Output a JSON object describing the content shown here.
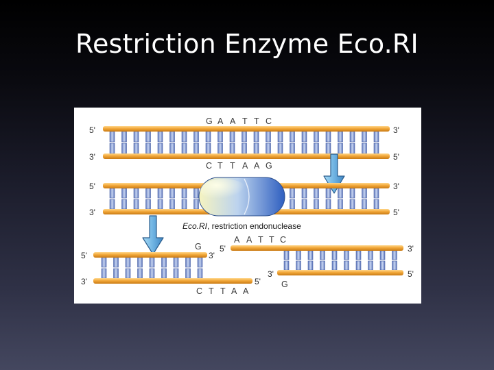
{
  "slide": {
    "title": "Restriction Enzyme Eco.RI"
  },
  "colors": {
    "strand": "#f2a83a",
    "base_pair": "#8ea6d6",
    "enzyme": "#4a7fd4",
    "arrow": "#7fbde6"
  },
  "diagram": {
    "top_dna": {
      "strand1": {
        "left": "5'",
        "right": "3'",
        "seq": [
          "G",
          "A",
          "A",
          "T",
          "T",
          "C"
        ]
      },
      "strand2": {
        "left": "3'",
        "right": "5'",
        "seq": [
          "C",
          "T",
          "T",
          "A",
          "A",
          "G"
        ]
      }
    },
    "middle_dna": {
      "strand1": {
        "left": "5'",
        "right": "3'"
      },
      "strand2": {
        "left": "3'",
        "right": "5'"
      }
    },
    "enzyme_caption": {
      "name": "Eco.RI",
      "rest": ", restriction endonuclease"
    },
    "fragment_left": {
      "top": {
        "left": "5'",
        "end_base": "G",
        "right": "3'"
      },
      "bottom": {
        "left": "3'",
        "right": "5'",
        "seq": [
          "C",
          "T",
          "T",
          "A",
          "A"
        ]
      }
    },
    "fragment_right": {
      "top": {
        "left": "5'",
        "right": "3'",
        "seq": [
          "A",
          "A",
          "T",
          "T",
          "C"
        ]
      },
      "bottom": {
        "left": "3'",
        "end_base": "G",
        "right": "5'"
      }
    },
    "icons": [
      "arrow-down-icon",
      "enzyme-icon"
    ]
  }
}
